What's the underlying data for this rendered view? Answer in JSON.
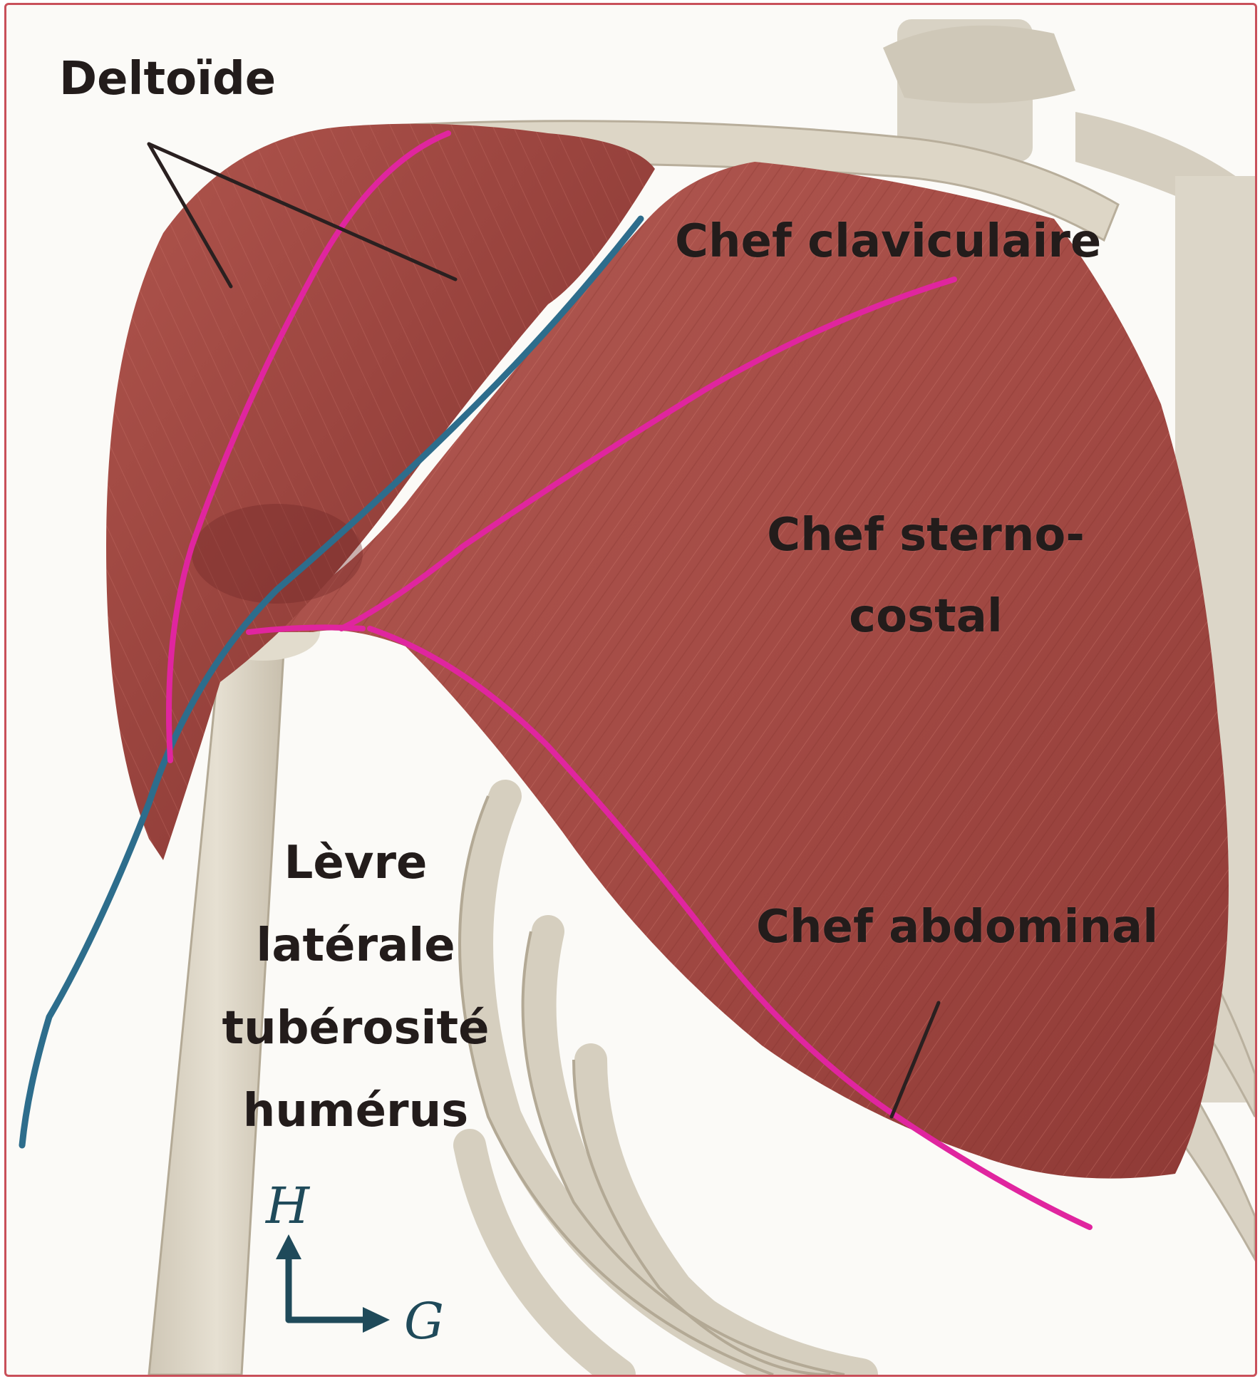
{
  "labels": {
    "deltoide": "Deltoïde",
    "chef_claviculaire": "Chef claviculaire",
    "chef_sterno_line1": "Chef sterno-",
    "chef_sterno_line2": "costal",
    "chef_abdominal": "Chef abdominal",
    "levre_line1": "Lèvre",
    "levre_line2": "latérale",
    "levre_line3": "tubérosité",
    "levre_line4": "humérus"
  },
  "orientation": {
    "up": "H",
    "right": "G"
  },
  "colors": {
    "muscle": "#a9504a",
    "muscle_dark": "#8a3532",
    "bone": "#ddd6c6",
    "fiber_line": "#e0259f",
    "nerve_line": "#2d6d8c",
    "label": "#231c1b",
    "frame": "#c9505a"
  }
}
